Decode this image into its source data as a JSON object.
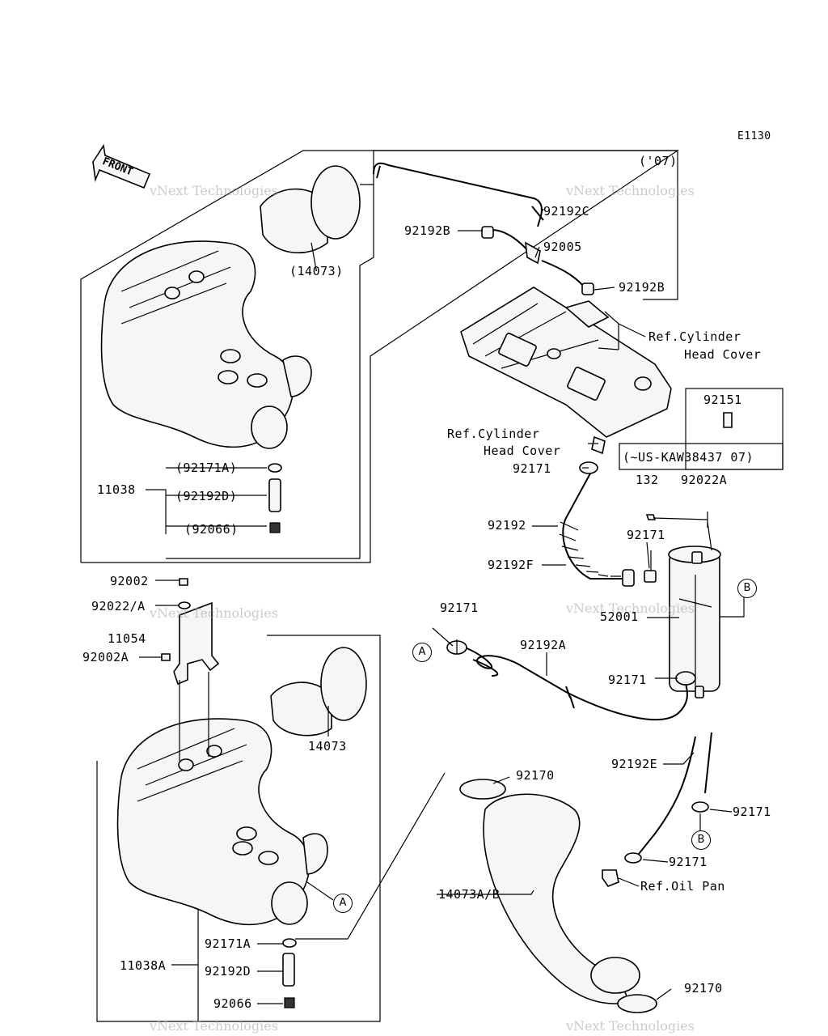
{
  "diagram_code": "E1130",
  "front_label": "FRONT",
  "year_note": "('07)",
  "watermark": {
    "line1": "vNext Technologies",
    "line2": "vNext Technologies"
  },
  "parts": {
    "p14073_ref": "(14073)",
    "p92192C": "92192C",
    "p92192B_top": "92192B",
    "p92005": "92005",
    "p92192B_right": "92192B",
    "ref_cyl_head_cover_1a": "Ref.Cylinder",
    "ref_cyl_head_cover_1b": "Head Cover",
    "p92151": "92151",
    "us_note": "(~US-KAW38437  07)",
    "ref_cyl_head_cover_2a": "Ref.Cylinder",
    "ref_cyl_head_cover_2b": "Head Cover",
    "p92171_a": "92171",
    "p132": "132",
    "p92022A": "92022A",
    "p92192": "92192",
    "p92171_b": "92171",
    "p92192F": "92192F",
    "p52001": "52001",
    "p92171_c": "92171",
    "p92192A": "92192A",
    "p92171_d": "92171",
    "p92171A_ref": "(92171A)",
    "p11038": "11038",
    "p92192D_ref": "(92192D)",
    "p92066_ref": "(92066)",
    "p92002": "92002",
    "p92022A_slash": "92022/A",
    "p11054": "11054",
    "p92002A": "92002A",
    "p14073": "14073",
    "p92170_top": "92170",
    "p92192E": "92192E",
    "p92171_e": "92171",
    "p92171_f": "92171",
    "ref_oil_pan": "Ref.Oil Pan",
    "p14073AB": "14073A/B",
    "p92171A": "92171A",
    "p11038A": "11038A",
    "p92192D": "92192D",
    "p92066": "92066",
    "p92170_bottom": "92170"
  },
  "callouts": {
    "A": "A",
    "B": "B"
  }
}
